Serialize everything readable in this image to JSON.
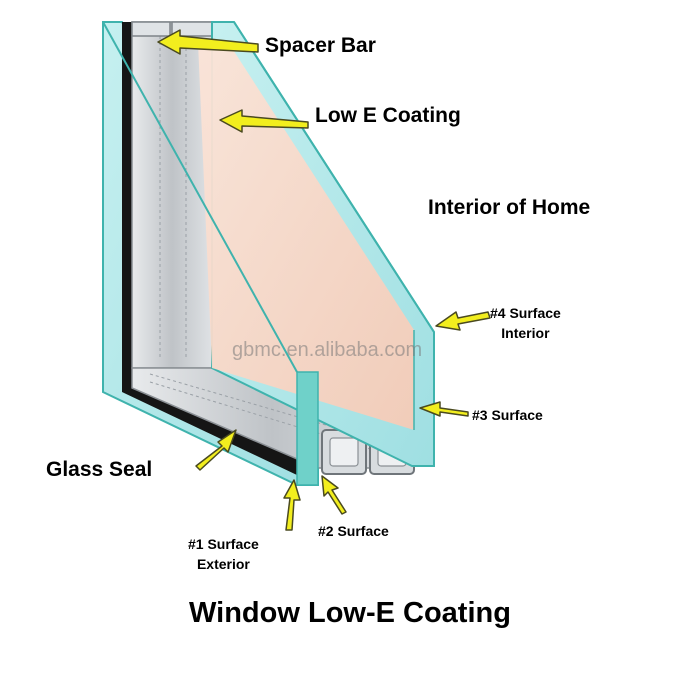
{
  "labels": {
    "spacer_bar": "Spacer Bar",
    "low_e_coating": "Low E Coating",
    "interior_of_home": "Interior of Home",
    "surface4_line1": "#4 Surface",
    "surface4_line2": "Interior",
    "surface3": "#3 Surface",
    "glass_seal": "Glass Seal",
    "surface1_line1": "#1 Surface",
    "surface1_line2": "Exterior",
    "surface2": "#2 Surface"
  },
  "title": "Window Low-E Coating",
  "watermark": "gbmc.en.alibaba.com",
  "colors": {
    "glass": "#a8e4e8",
    "glass_edge": "#3fb3ad",
    "low_e": "#f8d7c6",
    "spacer": "#c9ccd0",
    "seal": "#151515",
    "arrow_fill": "#f2ee1e",
    "arrow_stroke": "#4a4a20"
  }
}
